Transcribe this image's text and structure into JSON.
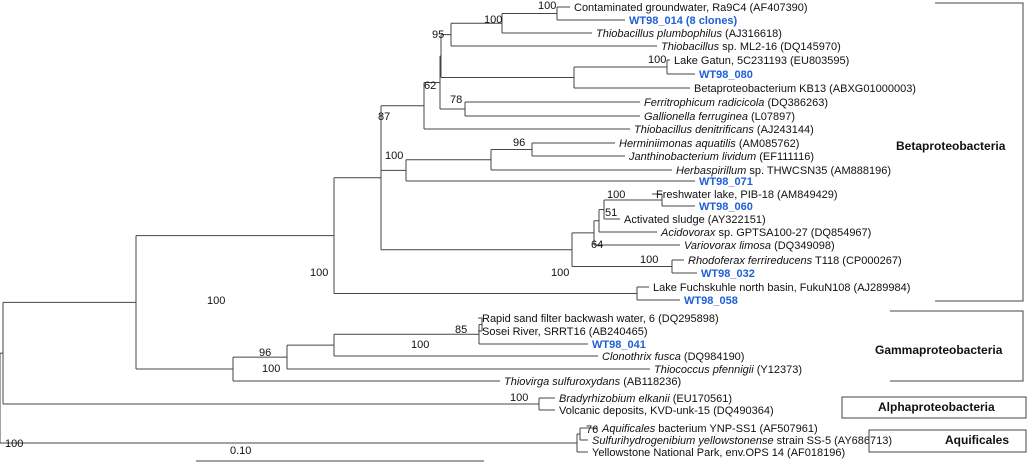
{
  "taxa": [
    {
      "key": "t1",
      "parts": [
        {
          "t": "Contaminated groundwater, Ra9C4  (AF407390)"
        }
      ]
    },
    {
      "key": "t2",
      "highlight": true,
      "parts": [
        {
          "t": "WT98_014 (8 clones)"
        }
      ]
    },
    {
      "key": "t3",
      "parts": [
        {
          "t": "Thiobacillus plumbophilus",
          "i": true
        },
        {
          "t": "  (AJ316618)"
        }
      ]
    },
    {
      "key": "t4",
      "parts": [
        {
          "t": "Thiobacillus",
          "i": true
        },
        {
          "t": " sp. ML2-16 (DQ145970)"
        }
      ]
    },
    {
      "key": "t5",
      "parts": [
        {
          "t": "Lake Gatun, 5C231193 (EU803595)"
        }
      ]
    },
    {
      "key": "t6",
      "highlight": true,
      "parts": [
        {
          "t": "WT98_080"
        }
      ]
    },
    {
      "key": "t7",
      "parts": [
        {
          "t": "Betaproteobacterium KB13 (ABXG01000003)"
        }
      ]
    },
    {
      "key": "t8",
      "parts": [
        {
          "t": "Ferritrophicum radicicola",
          "i": true
        },
        {
          "t": " (DQ386263)"
        }
      ]
    },
    {
      "key": "t9",
      "parts": [
        {
          "t": "Gallionella ferruginea",
          "i": true
        },
        {
          "t": "  (L07897)"
        }
      ]
    },
    {
      "key": "t10",
      "parts": [
        {
          "t": "Thiobacillus denitrificans",
          "i": true
        },
        {
          "t": "  (AJ243144)"
        }
      ]
    },
    {
      "key": "t11",
      "parts": [
        {
          "t": "Herminiimonas aquatilis",
          "i": true
        },
        {
          "t": "  (AM085762)"
        }
      ]
    },
    {
      "key": "t12",
      "parts": [
        {
          "t": "Janthinobacterium lividum",
          "i": true
        },
        {
          "t": "  (EF111116)"
        }
      ]
    },
    {
      "key": "t13",
      "parts": [
        {
          "t": "Herbaspirillum",
          "i": true
        },
        {
          "t": " sp. THWCSN35 (AM888196)"
        }
      ]
    },
    {
      "key": "t14",
      "highlight": true,
      "parts": [
        {
          "t": "WT98_071"
        }
      ]
    },
    {
      "key": "t15",
      "parts": [
        {
          "t": "Freshwater lake, PIB-18 (AM849429)"
        }
      ]
    },
    {
      "key": "t16",
      "highlight": true,
      "parts": [
        {
          "t": "WT98_060"
        }
      ]
    },
    {
      "key": "t17",
      "parts": [
        {
          "t": "Activated sludge  (AY322151)"
        }
      ]
    },
    {
      "key": "t18",
      "parts": [
        {
          "t": "Acidovorax",
          "i": true
        },
        {
          "t": " sp. GPTSA100-27 (DQ854967)"
        }
      ]
    },
    {
      "key": "t19",
      "parts": [
        {
          "t": "Variovorax limosa",
          "i": true
        },
        {
          "t": "  (DQ349098)"
        }
      ]
    },
    {
      "key": "t20",
      "parts": [
        {
          "t": "Rhodoferax ferrireducens",
          "i": true
        },
        {
          "t": " T118 (CP000267)"
        }
      ]
    },
    {
      "key": "t21",
      "highlight": true,
      "parts": [
        {
          "t": "WT98_032"
        }
      ]
    },
    {
      "key": "t22",
      "parts": [
        {
          "t": "Lake Fuchskuhle north basin, FukuN108 (AJ289984)"
        }
      ]
    },
    {
      "key": "t23",
      "highlight": true,
      "parts": [
        {
          "t": "WT98_058"
        }
      ]
    },
    {
      "key": "t24",
      "parts": [
        {
          "t": "Rapid sand filter backwash water, 6 (DQ295898)"
        }
      ]
    },
    {
      "key": "t25",
      "parts": [
        {
          "t": "Sosei River, SRRT16 (AB240465)"
        }
      ]
    },
    {
      "key": "t26",
      "highlight": true,
      "parts": [
        {
          "t": "WT98_041"
        }
      ]
    },
    {
      "key": "t27",
      "parts": [
        {
          "t": "Clonothrix fusca",
          "i": true
        },
        {
          "t": "  (DQ984190)"
        }
      ]
    },
    {
      "key": "t28",
      "parts": [
        {
          "t": "Thiococcus pfennigii",
          "i": true
        },
        {
          "t": "  (Y12373)"
        }
      ]
    },
    {
      "key": "t29",
      "parts": [
        {
          "t": "Thiovirga sulfuroxydans",
          "i": true
        },
        {
          "t": "  (AB118236)"
        }
      ]
    },
    {
      "key": "t30",
      "parts": [
        {
          "t": "Bradyrhizobium elkanii",
          "i": true
        },
        {
          "t": "  (EU170561)"
        }
      ]
    },
    {
      "key": "t31",
      "parts": [
        {
          "t": "Volcanic deposits, KVD-unk-15 (DQ490364)"
        }
      ]
    },
    {
      "key": "t32",
      "parts": [
        {
          "t": "Aquificales",
          "i": true
        },
        {
          "t": " bacterium YNP-SS1 (AF507961)"
        }
      ]
    },
    {
      "key": "t33",
      "parts": [
        {
          "t": "Sulfurihydrogenibium yellowstonense",
          "i": true
        },
        {
          "t": " strain SS-5 (AY686713)"
        }
      ]
    },
    {
      "key": "t34",
      "parts": [
        {
          "t": "Yellowstone National Park, env.OPS 14 (AF018196)"
        }
      ]
    }
  ],
  "bootstraps": {
    "b1": "100",
    "b2": "100",
    "b3": "95",
    "b4": "100",
    "b5": "62",
    "b6": "78",
    "b7": "87",
    "b8": "96",
    "b9": "100",
    "b10": "100",
    "b11": "51",
    "b12": "64",
    "b13": "100",
    "b14": "100",
    "b15": "100",
    "b16": "100",
    "b17": "85",
    "b18": "100",
    "b19": "96",
    "b20": "100",
    "b21": "100",
    "b22": "76",
    "b23": "100"
  },
  "groups": {
    "beta": "Betaproteobacteria",
    "gamma": "Gammaproteobacteria",
    "alpha": "Alphaproteobacteria",
    "aquif": "Aquificales"
  },
  "scale_bar": {
    "label": "0.10",
    "value": 0.1
  },
  "colors": {
    "highlight": "#1f5fd6",
    "branch": "#444444",
    "text": "#111111"
  }
}
